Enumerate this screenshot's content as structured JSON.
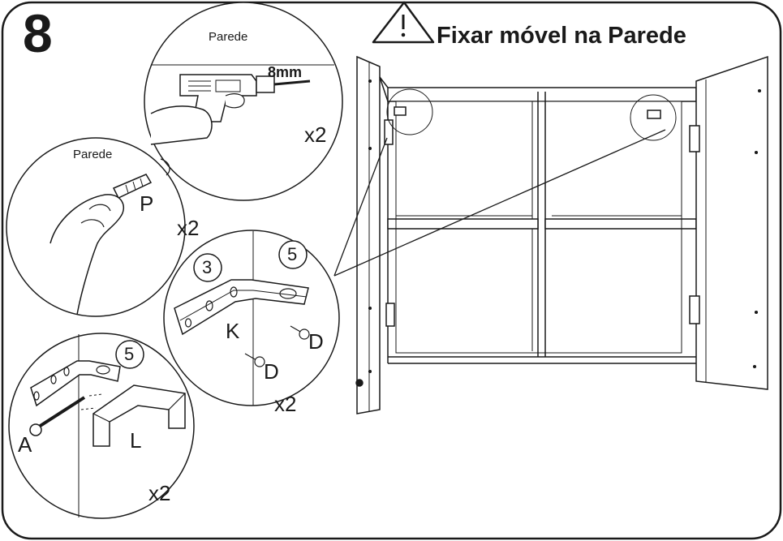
{
  "step_number": "8",
  "title": "Fixar móvel na Parede",
  "icons": {
    "warning": "warning-triangle-icon"
  },
  "drill_panel": {
    "label": "Parede",
    "bit_size": "8mm",
    "count": "x2"
  },
  "plug_panel": {
    "label": "Parede",
    "part": "P",
    "count": "x2"
  },
  "bracket_panel": {
    "part_left": "3",
    "part_right": "5",
    "bracket": "K",
    "screw1": "D",
    "screw2": "D",
    "count": "x2"
  },
  "mount_panel": {
    "part": "5",
    "screw": "A",
    "block": "L",
    "count": "x2"
  },
  "colors": {
    "line": "#1a1a1a",
    "background": "#ffffff"
  }
}
